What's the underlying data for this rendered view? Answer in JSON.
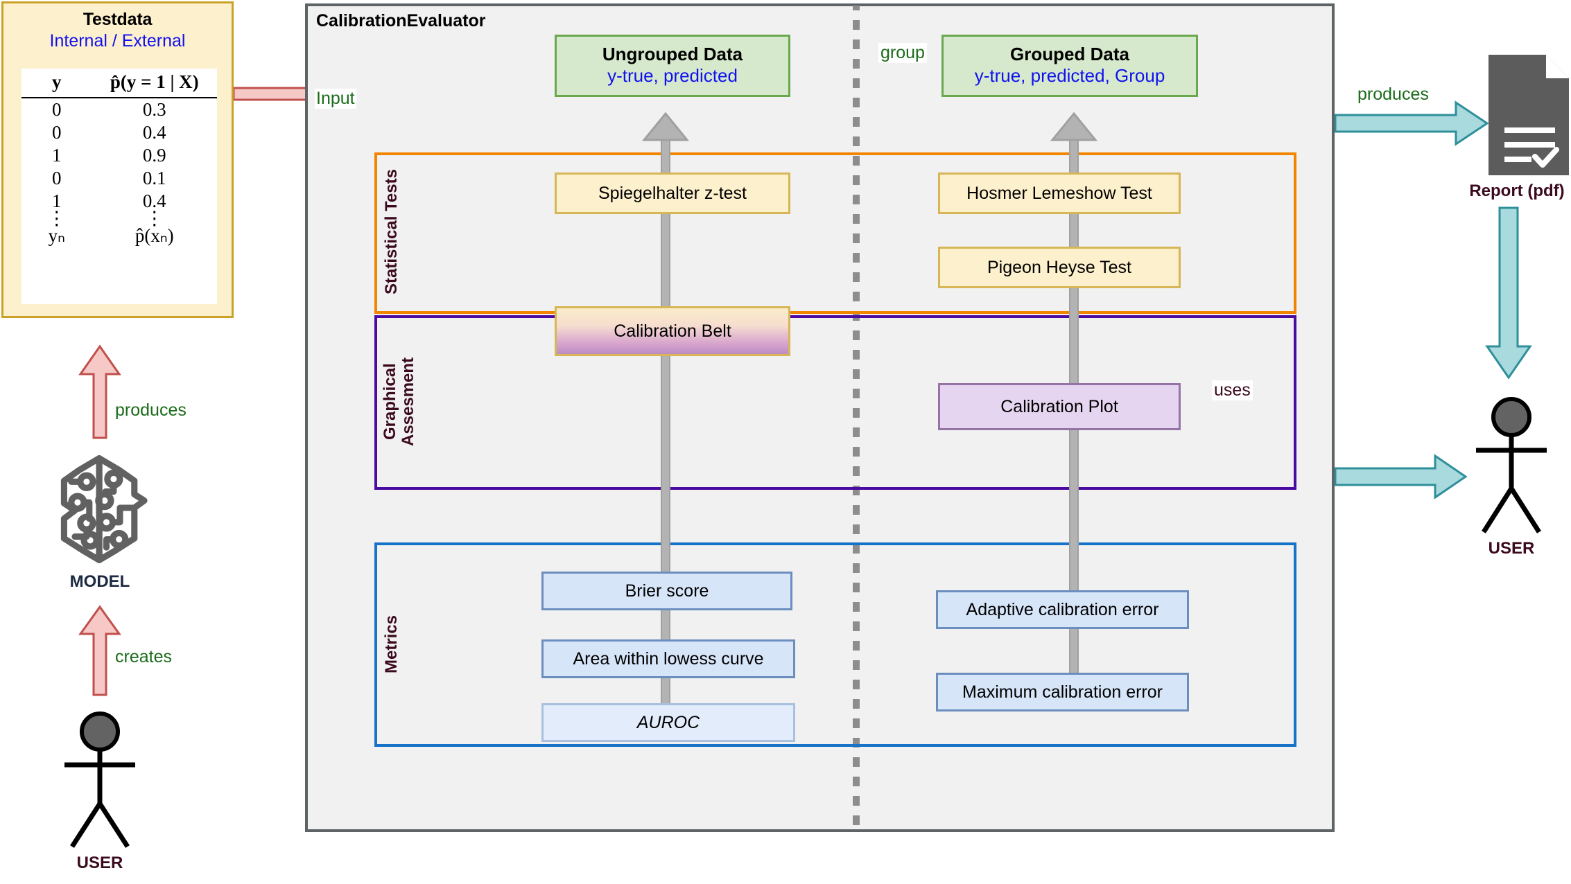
{
  "testdata": {
    "title": "Testdata",
    "subtitle": "Internal / External",
    "columns": [
      "y",
      "p̂(y = 1 | X)"
    ],
    "rows": [
      [
        "0",
        "0.3"
      ],
      [
        "0",
        "0.4"
      ],
      [
        "1",
        "0.9"
      ],
      [
        "0",
        "0.1"
      ],
      [
        "1",
        "0.4"
      ],
      [
        "⋮",
        "⋮"
      ],
      [
        "yₙ",
        "p̂(xₙ)"
      ]
    ]
  },
  "evaluator": {
    "title": "CalibrationEvaluator",
    "input_label": "Input",
    "group_label": "group",
    "uses_label": "uses",
    "ungrouped": {
      "title": "Ungrouped Data",
      "fields": "y-true, predicted"
    },
    "grouped": {
      "title": "Grouped Data",
      "fields": "y-true, predicted, Group"
    },
    "sections": [
      {
        "name": "Statistical Tests",
        "left_nodes": [
          "Spiegelhalter z-test"
        ],
        "right_nodes": [
          "Hosmer Lemeshow Test",
          "Pigeon Heyse Test"
        ]
      },
      {
        "name": "Graphical\nAssesment",
        "left_nodes": [
          "Calibration Belt"
        ],
        "right_nodes": [
          "Calibration Plot"
        ]
      },
      {
        "name": "Metrics",
        "left_nodes": [
          "Brier score",
          "Area within lowess curve",
          "AUROC"
        ],
        "right_nodes": [
          "Adaptive calibration error",
          "Maximum calibration error"
        ]
      }
    ]
  },
  "actors": {
    "model_caption": "MODEL",
    "user_left_caption": "USER",
    "user_right_caption": "USER",
    "report_caption": "Report (pdf)",
    "produces_model": "produces",
    "creates_user": "creates",
    "produces_report": "produces"
  },
  "icons": {
    "model": "brain-circuit-icon",
    "report": "pdf-document-icon",
    "user": "stick-figure-icon"
  },
  "colors": {
    "statistical_tests": "#f28500",
    "graphical_assessment": "#4b0aa0",
    "metrics": "#1673c8",
    "data_node": "#6aa84f",
    "teal_arrow": "#7fd0d8",
    "red_arrow": "#c0504d",
    "blue_text": "#1111ee",
    "green_text": "#1a6b1a"
  }
}
